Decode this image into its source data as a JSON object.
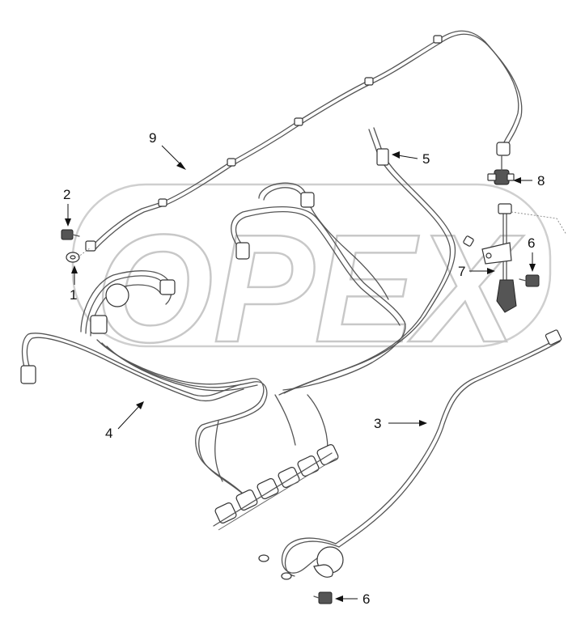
{
  "watermark": {
    "text": "OPEX"
  },
  "callouts": [
    {
      "id": "c1",
      "text": "1"
    },
    {
      "id": "c2",
      "text": "2"
    },
    {
      "id": "c3",
      "text": "3"
    },
    {
      "id": "c4",
      "text": "4"
    },
    {
      "id": "c5",
      "text": "5"
    },
    {
      "id": "c6a",
      "text": "6"
    },
    {
      "id": "c6b",
      "text": "6"
    },
    {
      "id": "c7",
      "text": "7"
    },
    {
      "id": "c8",
      "text": "8"
    },
    {
      "id": "c9",
      "text": "9"
    }
  ],
  "colors": {
    "line": "#555555",
    "text": "#111111",
    "watermark": "#c8c8c8"
  }
}
